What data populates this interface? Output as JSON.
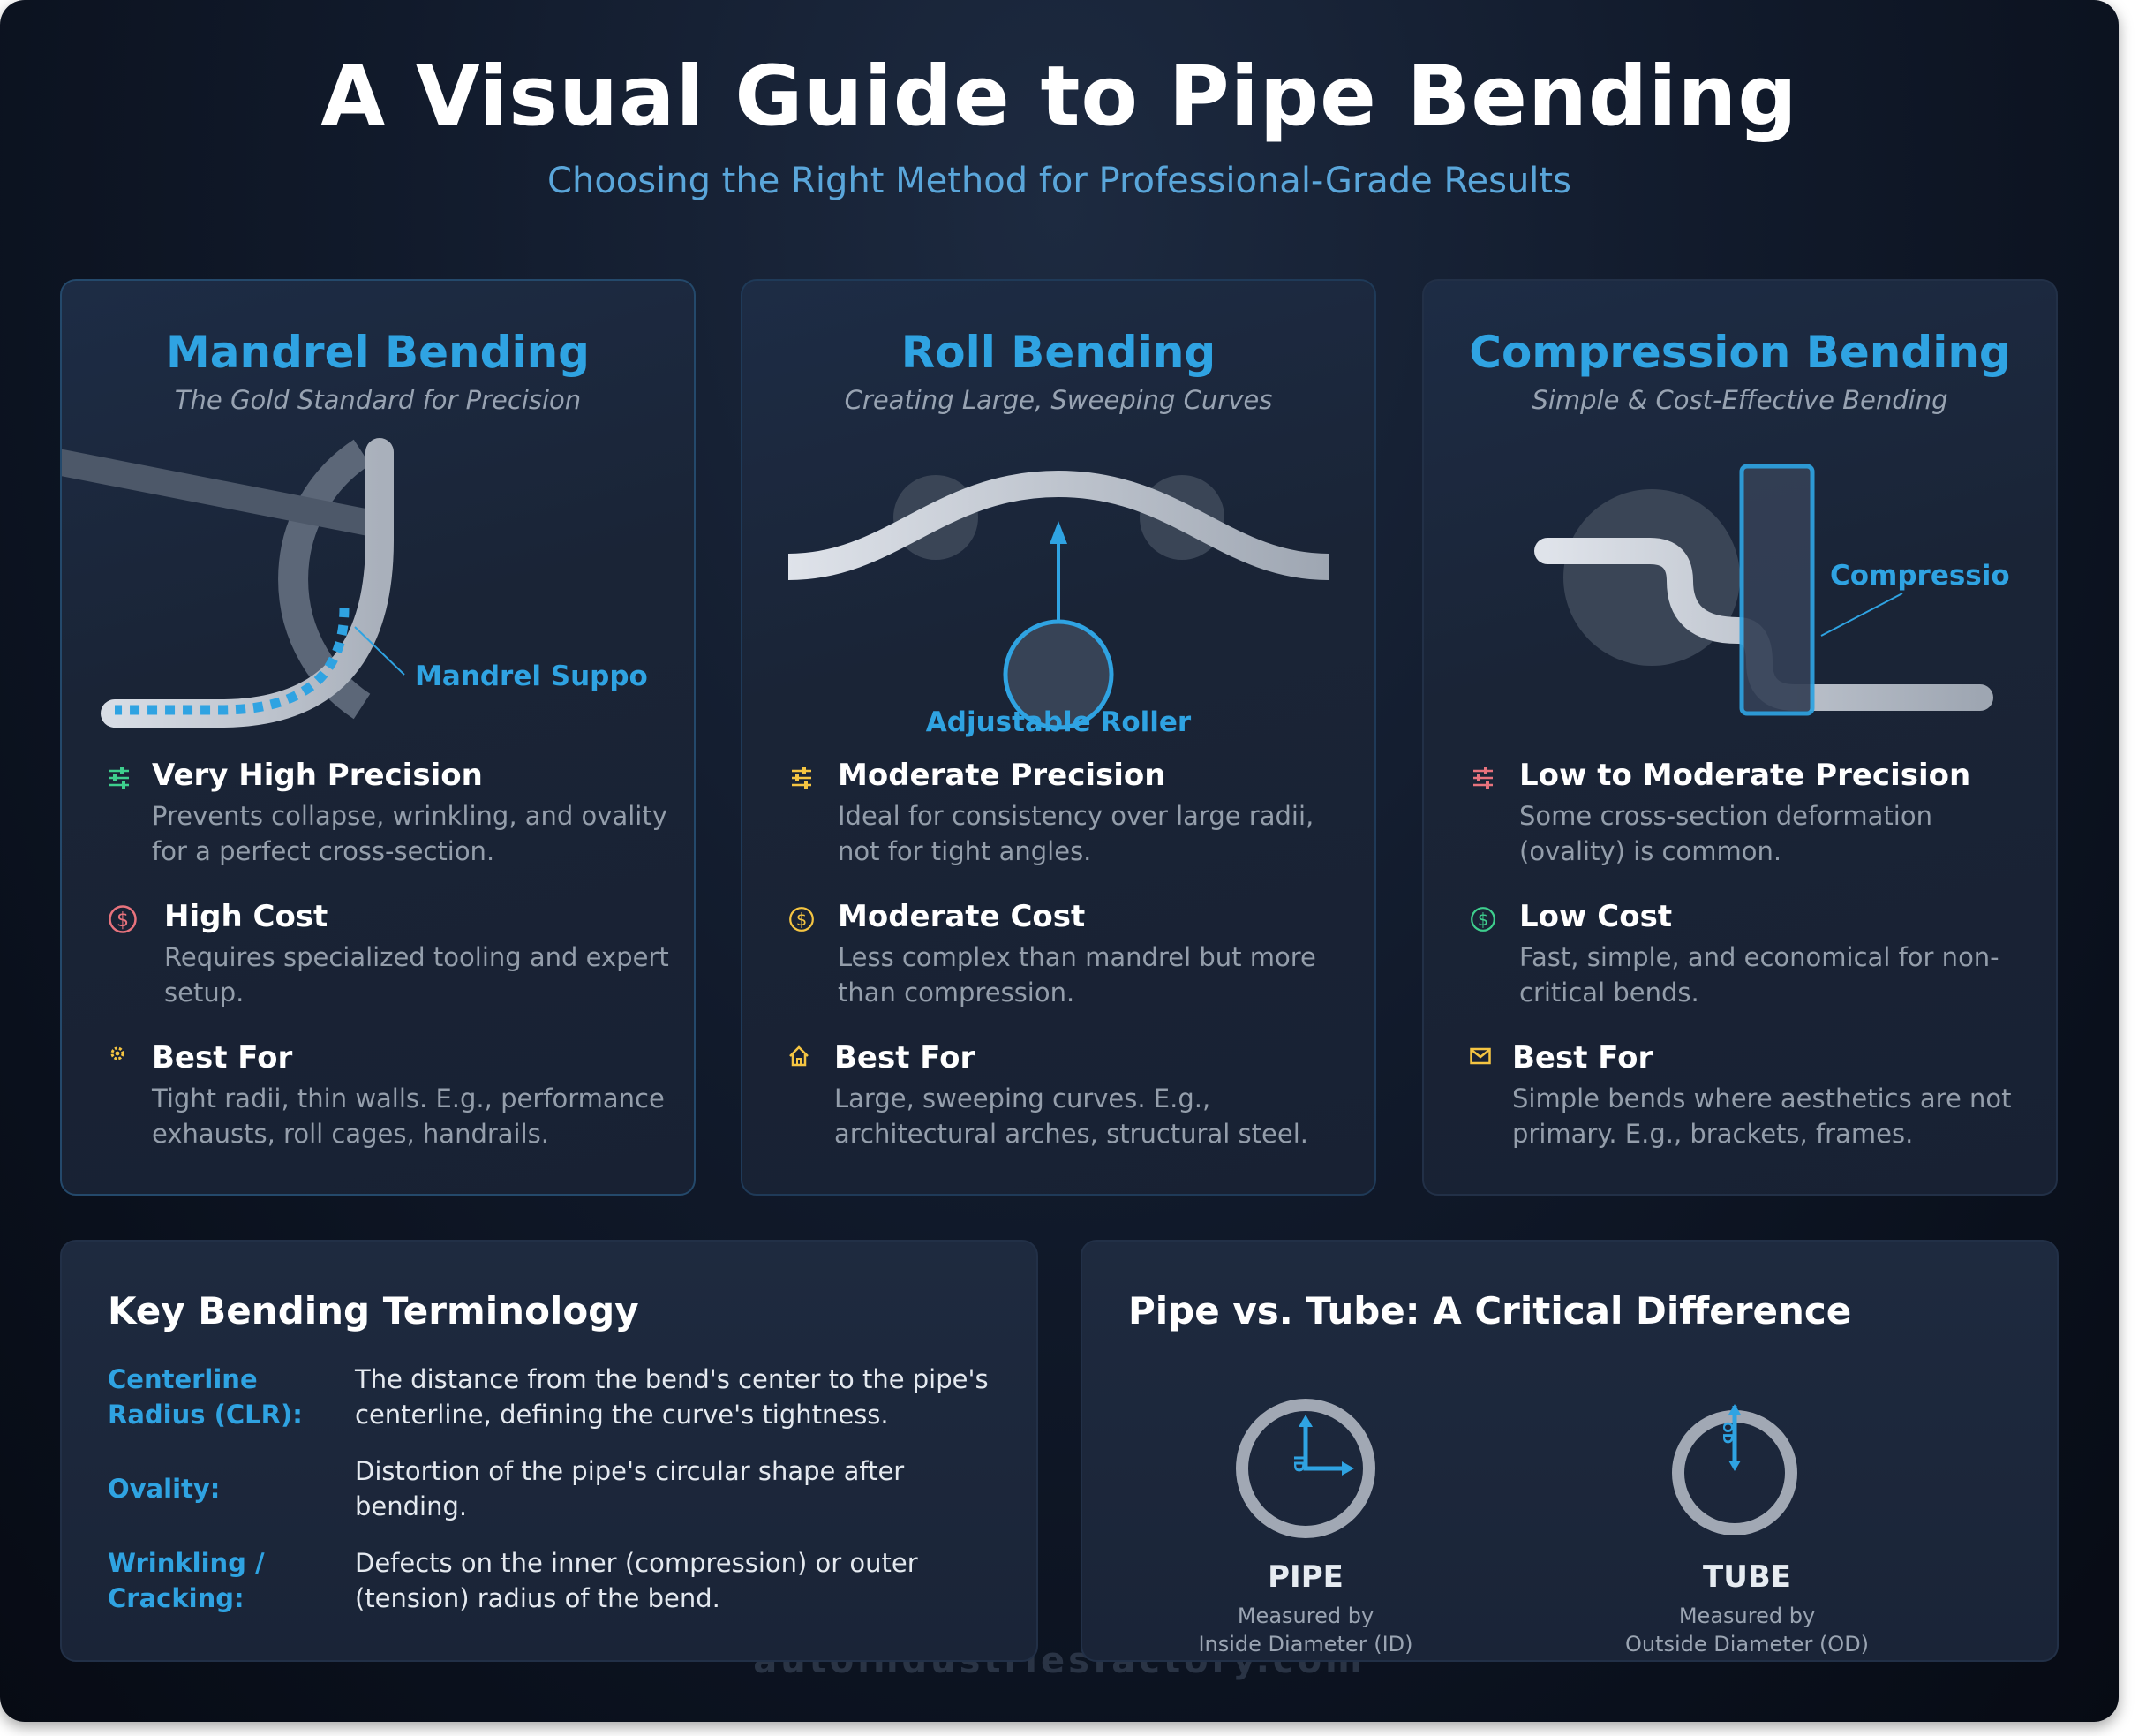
{
  "header": {
    "title": "A Visual Guide to Pipe Bending",
    "subtitle": "Choosing the Right Method for Professional-Grade Results"
  },
  "methods": [
    {
      "title": "Mandrel Bending",
      "subtitle": "The Gold Standard for Precision",
      "diagram_label": "Mandrel Suppo",
      "features": [
        {
          "icon": "sliders-icon",
          "title": "Very High Precision",
          "desc": "Prevents collapse, wrinkling, and ovality for a perfect cross-section."
        },
        {
          "icon": "dollar-icon",
          "title": "High Cost",
          "desc": "Requires specialized tooling and expert setup."
        },
        {
          "icon": "gear-icon",
          "title": "Best For",
          "desc": "Tight radii, thin walls. E.g., performance exhausts, roll cages, handrails."
        }
      ]
    },
    {
      "title": "Roll Bending",
      "subtitle": "Creating Large, Sweeping Curves",
      "diagram_label": "Adjustable Roller",
      "features": [
        {
          "icon": "sliders-icon",
          "title": "Moderate Precision",
          "desc": "Ideal for consistency over large radii, not for tight angles."
        },
        {
          "icon": "dollar-icon",
          "title": "Moderate Cost",
          "desc": "Less complex than mandrel but more than compression."
        },
        {
          "icon": "home-icon",
          "title": "Best For",
          "desc": "Large, sweeping curves. E.g., architectural arches, structural steel."
        }
      ]
    },
    {
      "title": "Compression Bending",
      "subtitle": "Simple & Cost-Effective Bending",
      "diagram_label": "Compressio",
      "features": [
        {
          "icon": "sliders-icon",
          "title": "Low to Moderate Precision",
          "desc": "Some cross-section deformation (ovality) is common."
        },
        {
          "icon": "dollar-icon",
          "title": "Low Cost",
          "desc": "Fast, simple, and economical for non-critical bends."
        },
        {
          "icon": "mail-icon",
          "title": "Best For",
          "desc": "Simple bends where aesthetics are not primary. E.g., brackets, frames."
        }
      ]
    }
  ],
  "terminology": {
    "title": "Key Bending Terminology",
    "items": [
      {
        "term": "Centerline Radius (CLR):",
        "definition": "The distance from the bend's center to the pipe's centerline, defining the curve's tightness."
      },
      {
        "term": "Ovality:",
        "definition": "Distortion of the pipe's circular shape after bending."
      },
      {
        "term": "Wrinkling / Cracking:",
        "definition": "Defects on the inner (compression) or outer (tension) radius of the bend."
      }
    ]
  },
  "pipe_vs_tube": {
    "title": "Pipe vs. Tube: A Critical Difference",
    "pipe": {
      "label": "PIPE",
      "measure": "Measured by",
      "basis": "Inside Diameter (ID)",
      "marker": "ID"
    },
    "tube": {
      "label": "TUBE",
      "measure": "Measured by",
      "basis": "Outside Diameter (OD)",
      "marker": "OD"
    }
  },
  "watermark": "autoindustriesfactory.com",
  "colors": {
    "accent_blue": "#2fa3e2",
    "sliders_green": "#3ecf8e",
    "sliders_yellow": "#f5c542",
    "sliders_red": "#e8737d",
    "dollar_red": "#e8737d",
    "dollar_yellow": "#f5c542",
    "dollar_green": "#3ecf8e",
    "best_for_yellow": "#f5c542"
  }
}
